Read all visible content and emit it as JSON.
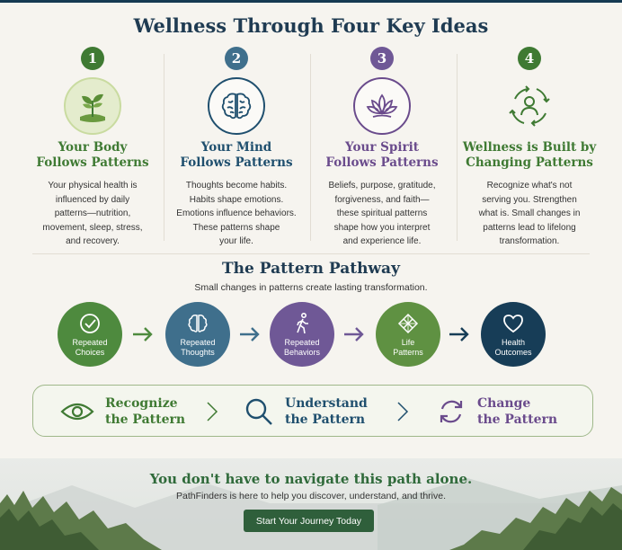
{
  "title": "Wellness Through Four Key Ideas",
  "ideas": [
    {
      "number": "1",
      "title_line1": "Your Body",
      "title_line2": "Follows Patterns",
      "text": [
        "Your physical health is",
        "influenced by daily",
        "patterns—nutrition,",
        "movement, sleep, stress,",
        "and recovery."
      ],
      "color": "#3f7a33",
      "icon": "sprout-icon"
    },
    {
      "number": "2",
      "title_line1": "Your Mind",
      "title_line2": "Follows Patterns",
      "text": [
        "Thoughts become habits.",
        "Habits shape emotions.",
        "Emotions influence behaviors.",
        "These patterns shape",
        "your life."
      ],
      "color": "#1f4f6e",
      "icon": "brain-icon"
    },
    {
      "number": "3",
      "title_line1": "Your Spirit",
      "title_line2": "Follows Patterns",
      "text": [
        "Beliefs, purpose, gratitude,",
        "forgiveness, and faith—",
        "these spiritual patterns",
        "shape how you interpret",
        "and experience life."
      ],
      "color": "#6a4b8c",
      "icon": "lotus-icon"
    },
    {
      "number": "4",
      "title_line1": "Wellness is Built by",
      "title_line2": "Changing Patterns",
      "text": [
        "Recognize what's not",
        "serving you. Strengthen",
        "what is. Small changes in",
        "patterns lead to lifelong",
        "transformation."
      ],
      "color": "#3f7a33",
      "icon": "person-cycle-icon"
    }
  ],
  "pathway": {
    "title": "The Pattern Pathway",
    "subtitle": "Small changes in patterns create lasting transformation.",
    "steps": [
      {
        "line1": "Repeated",
        "line2": "Choices",
        "color": "#4e8a3e",
        "icon": "check-icon"
      },
      {
        "line1": "Repeated",
        "line2": "Thoughts",
        "color": "#3f6f8c",
        "icon": "brain-icon"
      },
      {
        "line1": "Repeated",
        "line2": "Behaviors",
        "color": "#6f5896",
        "icon": "walking-icon"
      },
      {
        "line1": "Life",
        "line2": "Patterns",
        "color": "#5f9142",
        "icon": "knot-icon"
      },
      {
        "line1": "Health",
        "line2": "Outcomes",
        "color": "#173d57",
        "icon": "heart-icon"
      }
    ],
    "arrow_colors": [
      "#4e8a3e",
      "#3f6f8c",
      "#6f5896",
      "#173d57"
    ]
  },
  "process": [
    {
      "line1": "Recognize",
      "line2": "the Pattern",
      "color": "#3f7a33",
      "icon": "eye-icon"
    },
    {
      "line1": "Understand",
      "line2": "the Pattern",
      "color": "#1f4f6e",
      "icon": "magnifier-icon"
    },
    {
      "line1": "Change",
      "line2": "the Pattern",
      "color": "#6a4b8c",
      "icon": "refresh-icon"
    }
  ],
  "footer": {
    "title": "You don't have to navigate this path alone.",
    "subtitle": "PathFinders is here to help you discover, understand, and thrive.",
    "cta": "Start Your Journey Today"
  }
}
